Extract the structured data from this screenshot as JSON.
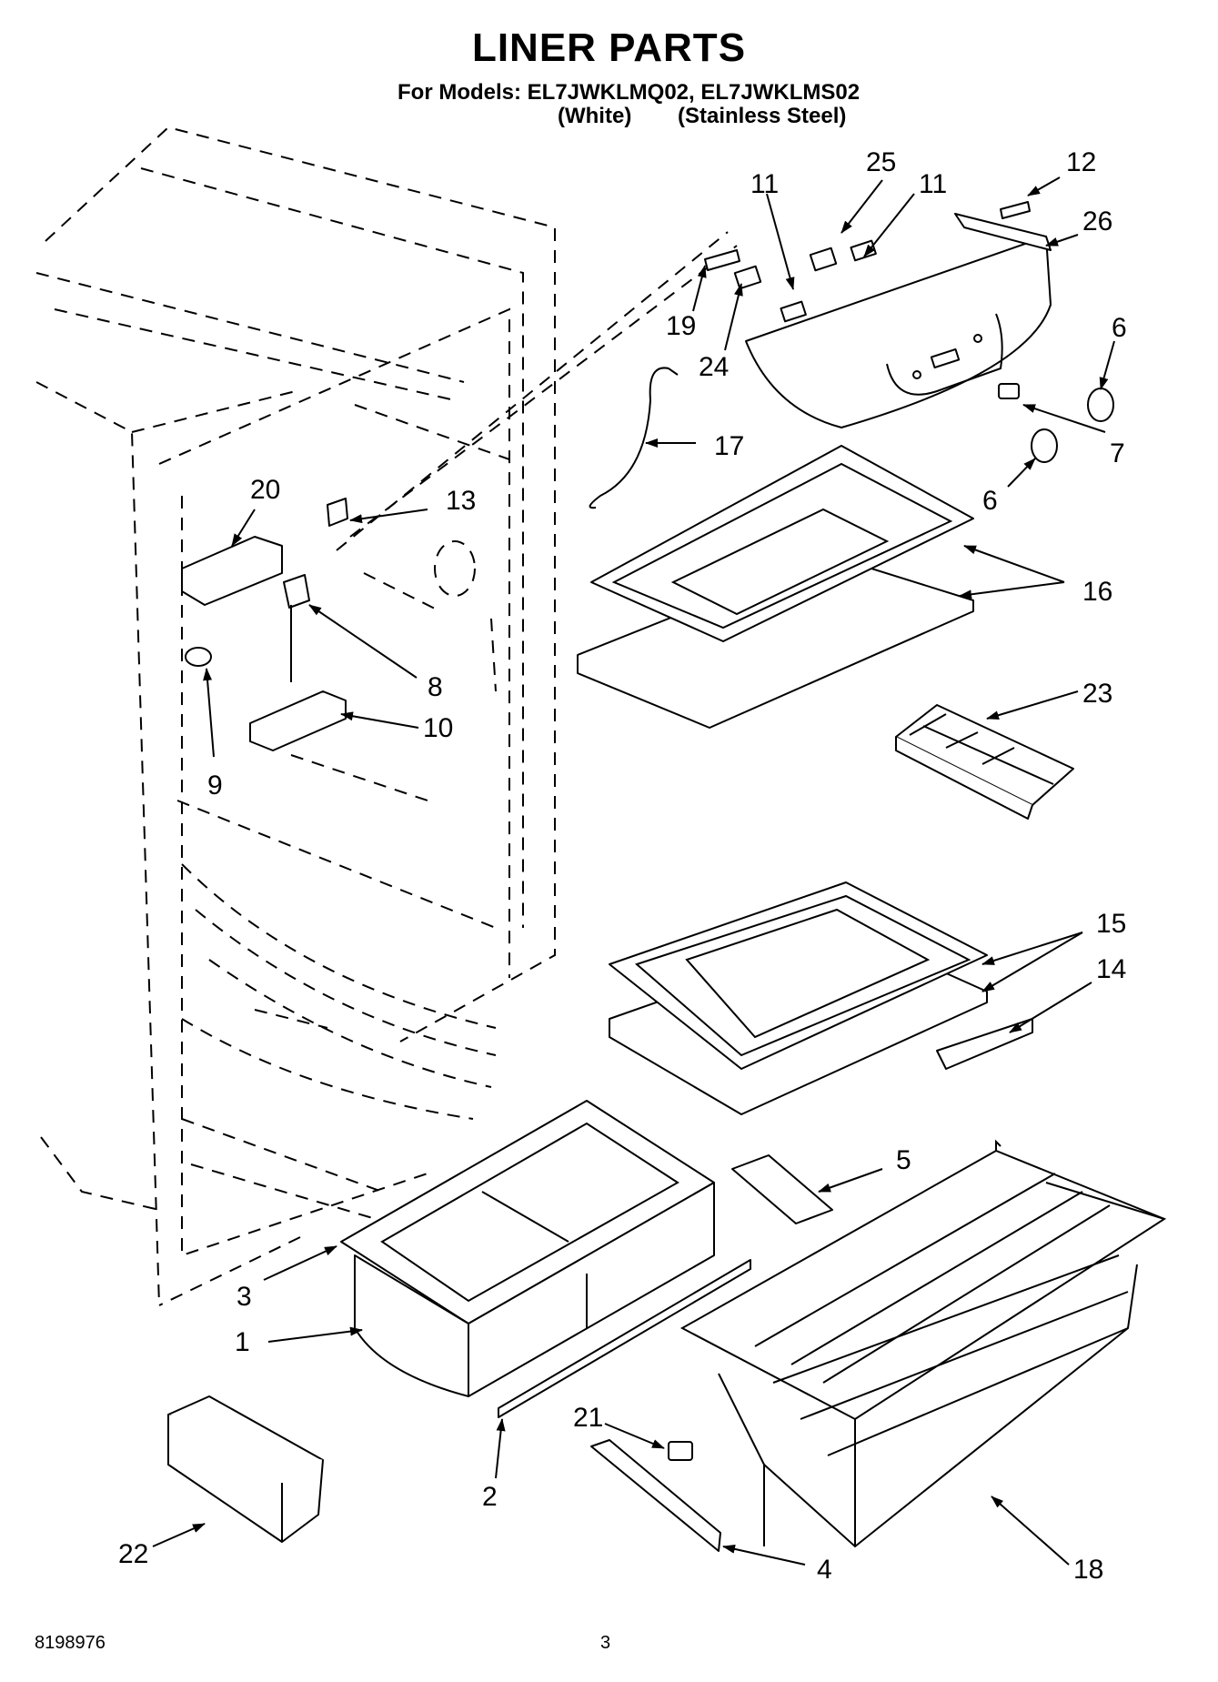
{
  "title": "LINER PARTS",
  "models_line": "For Models: EL7JWKLMQ02, EL7JWKLMS02",
  "variant_white": "(White)",
  "variant_stainless": "(Stainless Steel)",
  "footer": {
    "doc_number": "8198976",
    "page_number": "3"
  },
  "callouts": {
    "c1": "1",
    "c2": "2",
    "c3": "3",
    "c4": "4",
    "c5": "5",
    "c6a": "6",
    "c6b": "6",
    "c7": "7",
    "c8": "8",
    "c9": "9",
    "c10": "10",
    "c11a": "11",
    "c11b": "11",
    "c12": "12",
    "c13": "13",
    "c14": "14",
    "c15": "15",
    "c16": "16",
    "c17": "17",
    "c18": "18",
    "c19": "19",
    "c20": "20",
    "c21": "21",
    "c22": "22",
    "c23": "23",
    "c24": "24",
    "c25": "25",
    "c26": "26"
  }
}
